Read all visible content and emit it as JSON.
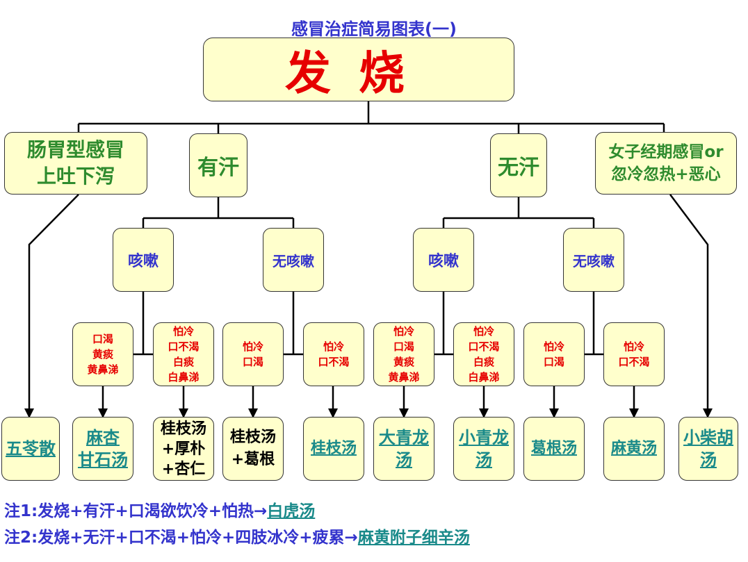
{
  "title": "感冒治症简易图表(一)",
  "root": "发烧",
  "branches": {
    "gastro": "肠胃型感冒\n上吐下泻",
    "sweat": "有汗",
    "nosweat": "无汗",
    "female": "女子经期感冒or\n忽冷忽热+恶心"
  },
  "sub": {
    "cough": "咳嗽",
    "nocough": "无咳嗽"
  },
  "symptoms": [
    "口渴\n黄痰\n黄鼻涕",
    "怕冷\n口不渴\n白痰\n白鼻涕",
    "怕冷\n口渴",
    "怕冷\n口不渴",
    "怕冷\n口渴\n黄痰\n黄鼻涕",
    "怕冷\n口不渴\n白痰\n白鼻涕",
    "怕冷\n口渴",
    "怕冷\n口不渴"
  ],
  "remedies": [
    "五苓散",
    "麻杏\n甘石汤",
    "桂枝汤\n+厚朴\n+杏仁",
    "桂枝汤\n+葛根",
    "桂枝汤",
    "大青龙\n汤",
    "小青龙\n汤",
    "葛根汤",
    "麻黄汤",
    "小柴胡\n汤"
  ],
  "notes": {
    "n1_text": "注1:发烧+有汗+口渴欲饮冷+怕热→",
    "n1_link": "白虎汤",
    "n2_text": "注2:发烧+无汗+口不渴+怕冷+四肢冰冷+疲累→",
    "n2_link": "麻黄附子细辛汤"
  }
}
